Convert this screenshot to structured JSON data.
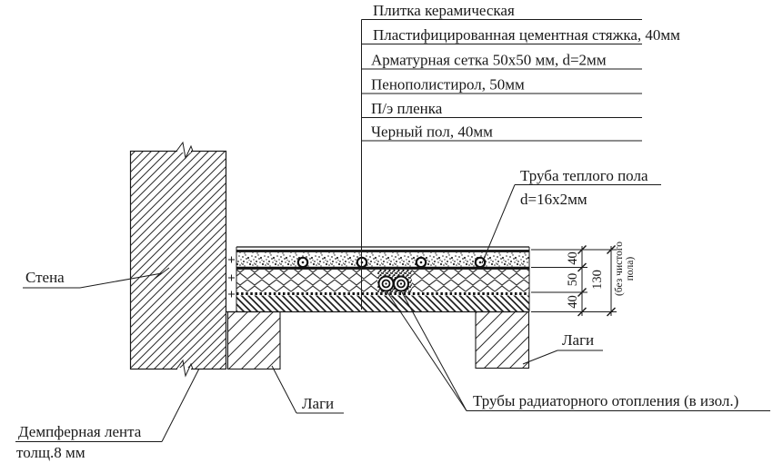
{
  "drawing": {
    "type": "construction-detail-floor-section",
    "language": "ru",
    "colors": {
      "line": "#1a1a1a",
      "background": "#ffffff"
    },
    "layer_callouts": {
      "tile": "Плитка керамическая",
      "screed": "Пластифицированная цементная стяжка, 40мм",
      "mesh": "Арматурная сетка 50x50 мм, d=2мм",
      "polystyrene": "Пенополистирол, 50мм",
      "film": "П/э пленка",
      "subfloor": "Черный пол,  40мм"
    },
    "callouts": {
      "heating_pipe_line1": "Труба теплого пола",
      "heating_pipe_line2": "d=16x2мм",
      "wall": "Стена",
      "damper_line1": "Демпферная лента",
      "damper_line2": "толщ.8 мм",
      "joists_left": "Лаги",
      "joists_right": "Лаги",
      "radiator_pipes": "Трубы радиаторного отопления (в изол.)"
    },
    "dimensions": {
      "screed_thickness": "40",
      "insulation_thickness": "50",
      "subfloor_thickness": "40",
      "total_height": "130",
      "total_note_line1": "(без чистого",
      "total_note_line2": "пола)"
    }
  }
}
